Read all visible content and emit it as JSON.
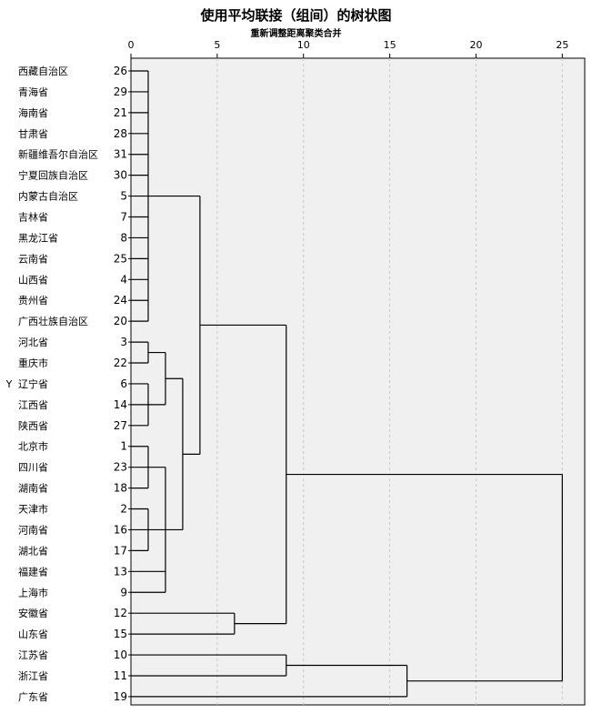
{
  "chart_data": {
    "type": "dendrogram",
    "title": "使用平均联接（组间）的树状图",
    "subtitle": "重新调整距离聚类合并",
    "ylabel": "Y",
    "x_ticks": [
      0,
      5,
      10,
      15,
      20,
      25
    ],
    "xlim": [
      0,
      26.3
    ],
    "leaves": [
      {
        "name": "西藏自治区",
        "id": "26"
      },
      {
        "name": "青海省",
        "id": "29"
      },
      {
        "name": "海南省",
        "id": "21"
      },
      {
        "name": "甘肃省",
        "id": "28"
      },
      {
        "name": "新疆维吾尔自治区",
        "id": "31"
      },
      {
        "name": "宁夏回族自治区",
        "id": "30"
      },
      {
        "name": "内蒙古自治区",
        "id": "5"
      },
      {
        "name": "吉林省",
        "id": "7"
      },
      {
        "name": "黑龙江省",
        "id": "8"
      },
      {
        "name": "云南省",
        "id": "25"
      },
      {
        "name": "山西省",
        "id": "4"
      },
      {
        "name": "贵州省",
        "id": "24"
      },
      {
        "name": "广西壮族自治区",
        "id": "20"
      },
      {
        "name": "河北省",
        "id": "3"
      },
      {
        "name": "重庆市",
        "id": "22"
      },
      {
        "name": "辽宁省",
        "id": "6"
      },
      {
        "name": "江西省",
        "id": "14"
      },
      {
        "name": "陕西省",
        "id": "27"
      },
      {
        "name": "北京市",
        "id": "1"
      },
      {
        "name": "四川省",
        "id": "23"
      },
      {
        "name": "湖南省",
        "id": "18"
      },
      {
        "name": "天津市",
        "id": "2"
      },
      {
        "name": "河南省",
        "id": "16"
      },
      {
        "name": "湖北省",
        "id": "17"
      },
      {
        "name": "福建省",
        "id": "13"
      },
      {
        "name": "上海市",
        "id": "9"
      },
      {
        "name": "安徽省",
        "id": "12"
      },
      {
        "name": "山东省",
        "id": "15"
      },
      {
        "name": "江苏省",
        "id": "10"
      },
      {
        "name": "浙江省",
        "id": "11"
      },
      {
        "name": "广东省",
        "id": "19"
      }
    ],
    "merges": [
      {
        "children": [
          "L0",
          "L1",
          "L2",
          "L3",
          "L4",
          "L5",
          "L6",
          "L7",
          "L8",
          "L9",
          "L10",
          "L11",
          "L12"
        ],
        "height": 1.0
      },
      {
        "children": [
          "L13",
          "L14"
        ],
        "height": 1.0
      },
      {
        "children": [
          "L15",
          "L16",
          "L17"
        ],
        "height": 1.0
      },
      {
        "children": [
          "L18",
          "L19",
          "L20"
        ],
        "height": 1.0
      },
      {
        "children": [
          "L21",
          "L22",
          "L23"
        ],
        "height": 1.0
      },
      {
        "children": [
          "N1",
          "N2"
        ],
        "height": 2.0
      },
      {
        "children": [
          "N3",
          "N4",
          "L24",
          "L25"
        ],
        "height": 2.0
      },
      {
        "children": [
          "N5",
          "N6"
        ],
        "height": 3.0
      },
      {
        "children": [
          "N0",
          "N7"
        ],
        "height": 4.0
      },
      {
        "children": [
          "L26",
          "L27"
        ],
        "height": 6.0
      },
      {
        "children": [
          "N8",
          "N9"
        ],
        "height": 9.0
      },
      {
        "children": [
          "L28",
          "L29"
        ],
        "height": 9.0
      },
      {
        "children": [
          "N11",
          "L30"
        ],
        "height": 16.0
      },
      {
        "children": [
          "N10",
          "N12"
        ],
        "height": 25.0
      }
    ],
    "grid": true
  }
}
